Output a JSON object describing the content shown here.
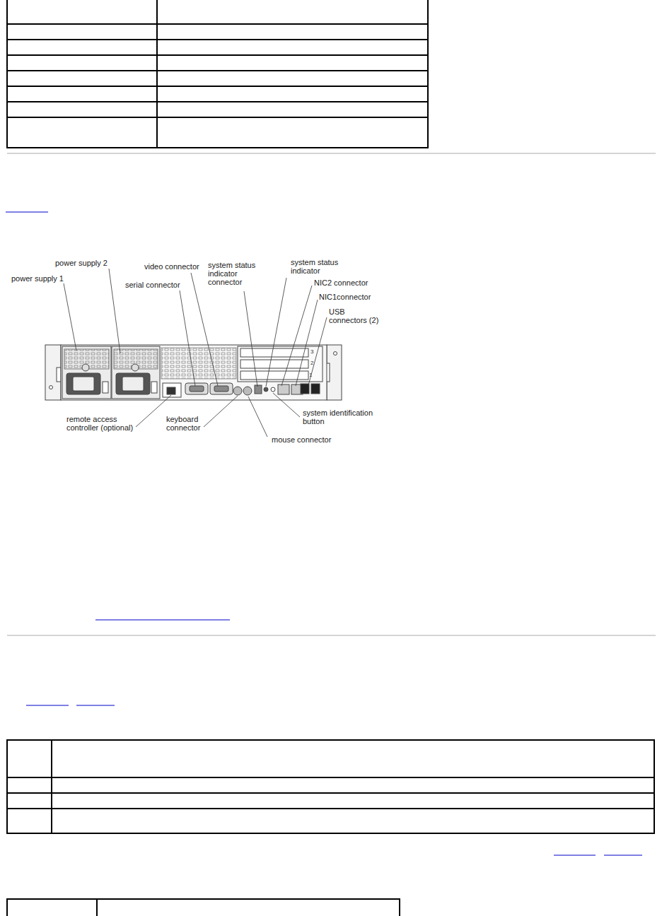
{
  "diagram": {
    "labels": [
      "power supply 2",
      "power supply 1",
      "video connector",
      "system status indicator connector",
      "system status indicator",
      "serial connector",
      "NIC2 connector",
      "NIC1connector",
      "USB connectors (2)",
      "3",
      "2",
      "1",
      "remote access controller (optional)",
      "keyboard connector",
      "system identification button",
      "mouse connector"
    ]
  }
}
